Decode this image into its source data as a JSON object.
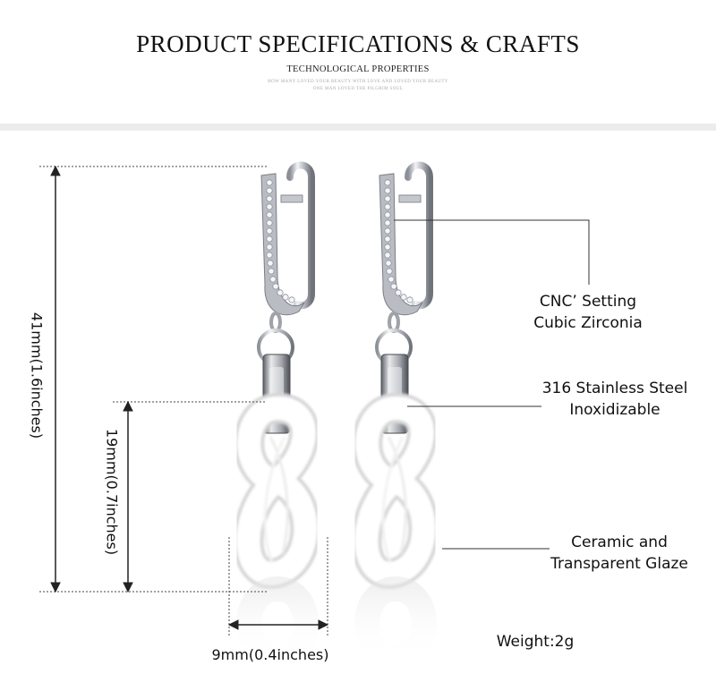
{
  "header": {
    "title": "PRODUCT SPECIFICATIONS & CRAFTS",
    "subtitle": "TECHNOLOGICAL PROPERTIES",
    "tagline_1": "HOW MANY LOVED YOUR BEAUTY WITH LOVE AND LOVED YOUR BEAUTY",
    "tagline_2": "ONE MAN LOVED THE PILGRIM SOUL"
  },
  "dimensions": {
    "total_height": "41mm(1.6inches)",
    "pendant_height": "19mm(0.7inches)",
    "pendant_width": "9mm(0.4inches)"
  },
  "callouts": {
    "setting_line1": "CNC’  Setting",
    "setting_line2": "Cubic Zirconia",
    "steel_line1": "316 Stainless Steel",
    "steel_line2": "Inoxidizable",
    "ceramic_line1": "Ceramic and",
    "ceramic_line2": "Transparent Glaze",
    "weight": "Weight:2g"
  },
  "colors": {
    "metal": "#c9ccd2",
    "ceramic": "#ffffff",
    "band": "#ececec",
    "leader": "#333333"
  }
}
